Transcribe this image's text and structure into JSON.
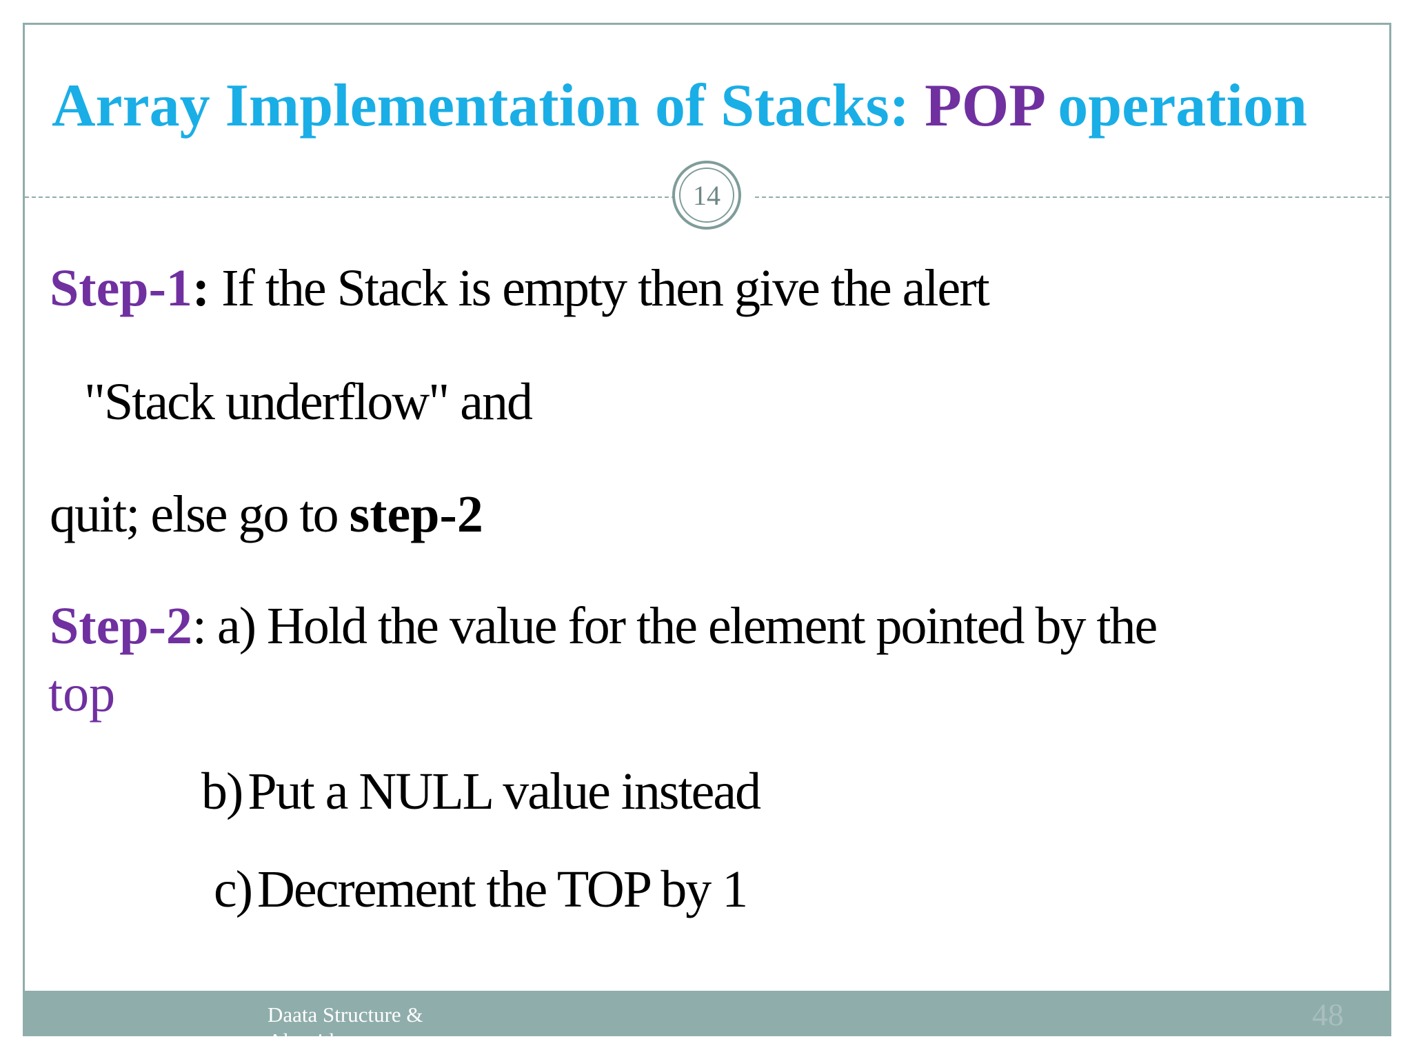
{
  "slide": {
    "title_part1": "Array Implementation of Stacks: ",
    "title_accent": "POP",
    "title_part2": " operation",
    "section_number": "14",
    "step1_label": "Step-1",
    "step1_colon": ":",
    "step1_text": " If the Stack is empty then give the alert",
    "step1_line2": "\"Stack underflow\" and",
    "step1_line3_text": "quit; else go to ",
    "step1_line3_bold": "step-2",
    "step2_label": "Step-2",
    "step2_text": ": a) Hold the value for the element pointed by the",
    "step2_line2": "top",
    "step2b_marker": "b)",
    "step2b_text": "Put a NULL value instead",
    "step2c_marker": "c)",
    "step2c_text": "Decrement the TOP by 1"
  },
  "footer": {
    "course_text": "Daata Structure & Algorithms",
    "page_number": "48"
  },
  "colors": {
    "title": "#1aaee6",
    "accent": "#7030a0",
    "frame": "#8fadab",
    "footer_bar": "#8fadab"
  }
}
